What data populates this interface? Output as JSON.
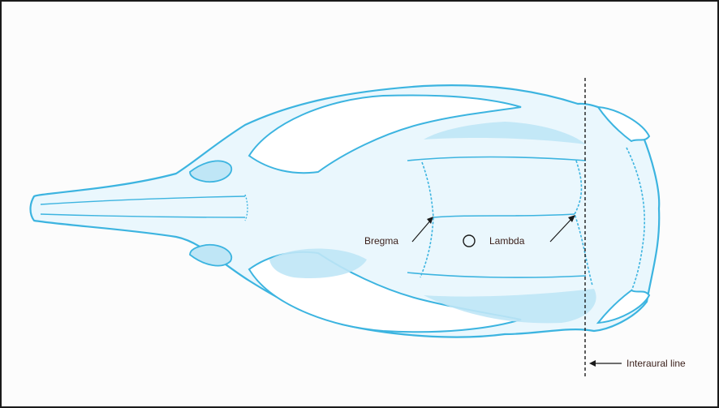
{
  "labels": {
    "bregma": "Bregma",
    "lambda": "Lambda",
    "interaural_line": "Interaural line"
  },
  "colors": {
    "bone_outline": "#3cb4e0",
    "bone_fill": "#eaf7fd",
    "bone_shadow": "#bfe6f6",
    "annotation": "#1a1a1a",
    "label_text": "#3a1f1a",
    "border": "#1a1a1a"
  }
}
